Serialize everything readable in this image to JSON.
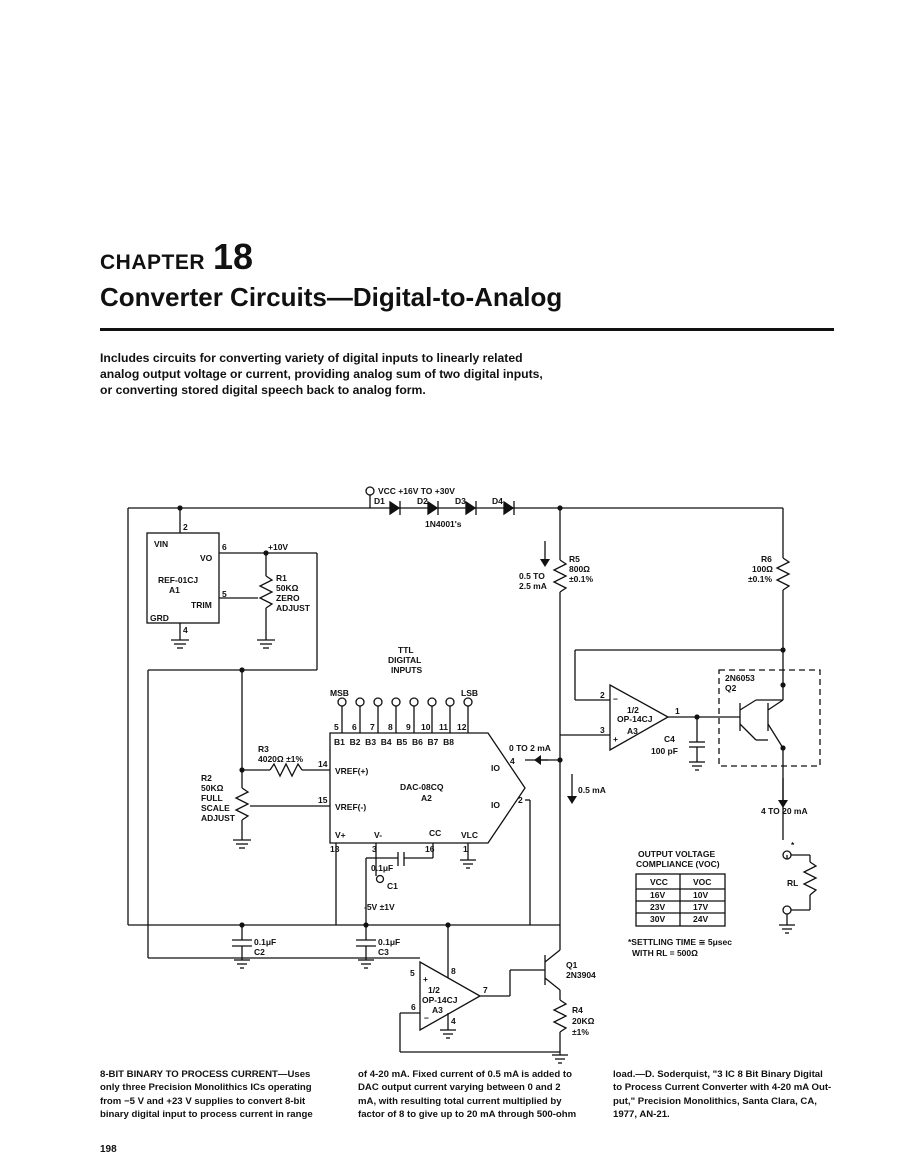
{
  "header": {
    "chapter_word": "CHAPTER",
    "chapter_number": "18",
    "title": "Converter Circuits—Digital-to-Analog"
  },
  "intro": [
    "Includes circuits for converting variety of digital inputs to linearly related",
    "analog output voltage or current, providing analog sum of two digital inputs,",
    "or converting stored digital speech back to analog form."
  ],
  "schematic": {
    "vcc_label": "VCC +16V TO +30V",
    "diodes": [
      "D1",
      "D2",
      "D3",
      "D4"
    ],
    "diode_part": "1N4001's",
    "ref": {
      "vin": "VIN",
      "vo": "VO",
      "name": "REF-01CJ",
      "ref_des": "A1",
      "trim": "TRIM",
      "grd": "GRD",
      "pin2": "2",
      "pin6": "6",
      "pin5": "5",
      "pin4": "4"
    },
    "plus10v": "+10V",
    "r1": [
      "R1",
      "50KΩ",
      "ZERO",
      "ADJUST"
    ],
    "r5": [
      "R5",
      "800Ω",
      "±0.1%"
    ],
    "r5_current": [
      "0.5 TO",
      "2.5 mA"
    ],
    "r6": [
      "R6",
      "100Ω",
      "±0.1%"
    ],
    "ttl": [
      "TTL",
      "DIGITAL",
      "INPUTS"
    ],
    "msb": "MSB",
    "lsb": "LSB",
    "dac_pins": [
      "5",
      "6",
      "7",
      "8",
      "9",
      "10",
      "11",
      "12"
    ],
    "bits": "B1  B2  B3  B4  B5  B6  B7  B8",
    "dac": {
      "name": "DAC-08CQ",
      "ref_des": "A2",
      "vref_pos": "VREF(+)",
      "vref_neg": "VREF(-)",
      "vplus": "V+",
      "vminus": "V-",
      "cc": "CC",
      "vlc": "VLC",
      "io": "IO",
      "io_bar": "IO",
      "pin14": "14",
      "pin15": "15",
      "pin13": "13",
      "pin3": "3",
      "pin16": "16",
      "pin1": "1",
      "pin4": "4",
      "pin2": "2"
    },
    "r3": [
      "R3",
      "4020Ω ±1%"
    ],
    "r2": [
      "R2",
      "50KΩ",
      "FULL",
      "SCALE",
      "ADJUST"
    ],
    "out_current": "0 TO 2 mA",
    "fixed_current": "0.5 mA",
    "c1": [
      "0.1μF",
      "C1"
    ],
    "vminus_supply": "-5V ±1V",
    "c2": [
      "0.1μF",
      "C2"
    ],
    "c3": [
      "0.1μF",
      "C3"
    ],
    "op_a3_top": [
      "1/2",
      "OP-14CJ",
      "A3"
    ],
    "op_a3_top_pins": [
      "2",
      "3",
      "1"
    ],
    "c4": [
      "C4",
      "100 pF"
    ],
    "q2": [
      "2N6053",
      "Q2"
    ],
    "loop_current": "4 TO 20 mA",
    "rl": "RL",
    "compliance_title": [
      "OUTPUT VOLTAGE",
      "COMPLIANCE (VOC)"
    ],
    "compliance_header": [
      "VCC",
      "VOC"
    ],
    "compliance_rows": [
      [
        "16V",
        "10V"
      ],
      [
        "23V",
        "17V"
      ],
      [
        "30V",
        "24V"
      ]
    ],
    "settling": [
      "*SETTLING TIME ≅ 5μsec",
      "WITH RL = 500Ω"
    ],
    "op_a3_bot": [
      "1/2",
      "OP-14CJ",
      "A3"
    ],
    "op_a3_bot_pins": [
      "5",
      "6",
      "8",
      "7",
      "4"
    ],
    "q1": [
      "Q1",
      "2N3904"
    ],
    "r4": [
      "R4",
      "20KΩ",
      "±1%"
    ]
  },
  "caption": {
    "col1": [
      "8-BIT BINARY TO PROCESS CURRENT—Uses",
      "only three Precision Monolithics ICs operating",
      "from −5 V and +23 V supplies to convert 8-bit",
      "binary digital input to process current in range"
    ],
    "col2": [
      "of 4-20 mA. Fixed current of 0.5 mA is added to",
      "DAC output current varying between 0 and 2",
      "mA, with resulting total current multiplied by",
      "factor of 8 to give up to 20 mA through 500-ohm"
    ],
    "col3": [
      "load.—D. Soderquist, \"3 IC 8 Bit Binary Digital",
      "to Process Current Converter with 4-20 mA Out-",
      "put,\" Precision Monolithics, Santa Clara, CA,",
      "1977, AN-21."
    ]
  },
  "page_number": "198"
}
